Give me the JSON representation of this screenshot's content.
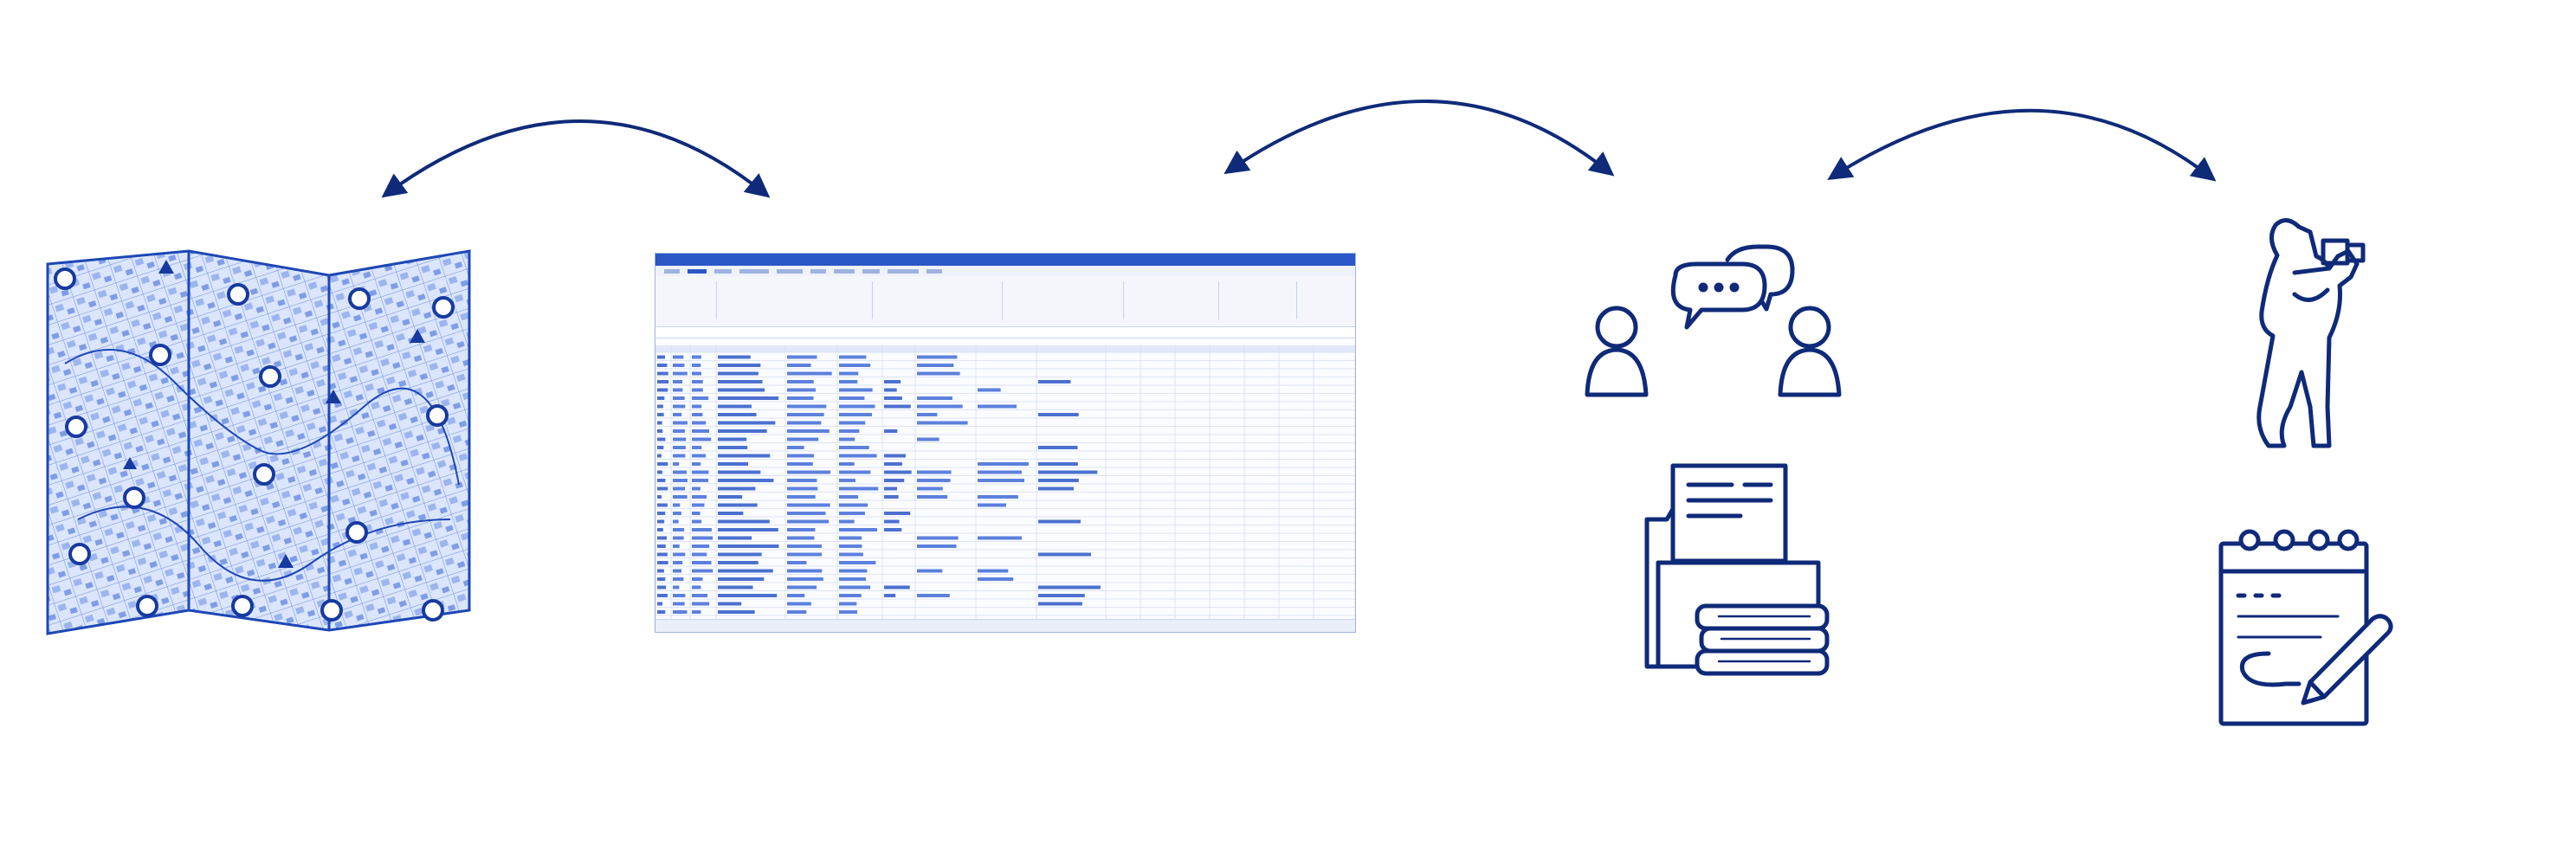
{
  "diagram": {
    "accent_color": "#0f2a78",
    "image_tint": "#2d5fd0",
    "nodes": [
      {
        "id": "map",
        "icon": "folded-map-icon"
      },
      {
        "id": "spreadsheet",
        "icon": "spreadsheet-icon"
      },
      {
        "id": "interview",
        "icon": "conversation-icon"
      },
      {
        "id": "documents",
        "icon": "folder-documents-icon"
      },
      {
        "id": "photographer",
        "icon": "photographer-icon"
      },
      {
        "id": "notepad",
        "icon": "notepad-icon"
      }
    ],
    "links": [
      {
        "from": "map",
        "to": "spreadsheet",
        "type": "bidirectional"
      },
      {
        "from": "spreadsheet",
        "to": "interview",
        "type": "bidirectional"
      },
      {
        "from": "interview",
        "to": "photographer",
        "type": "bidirectional"
      }
    ]
  }
}
